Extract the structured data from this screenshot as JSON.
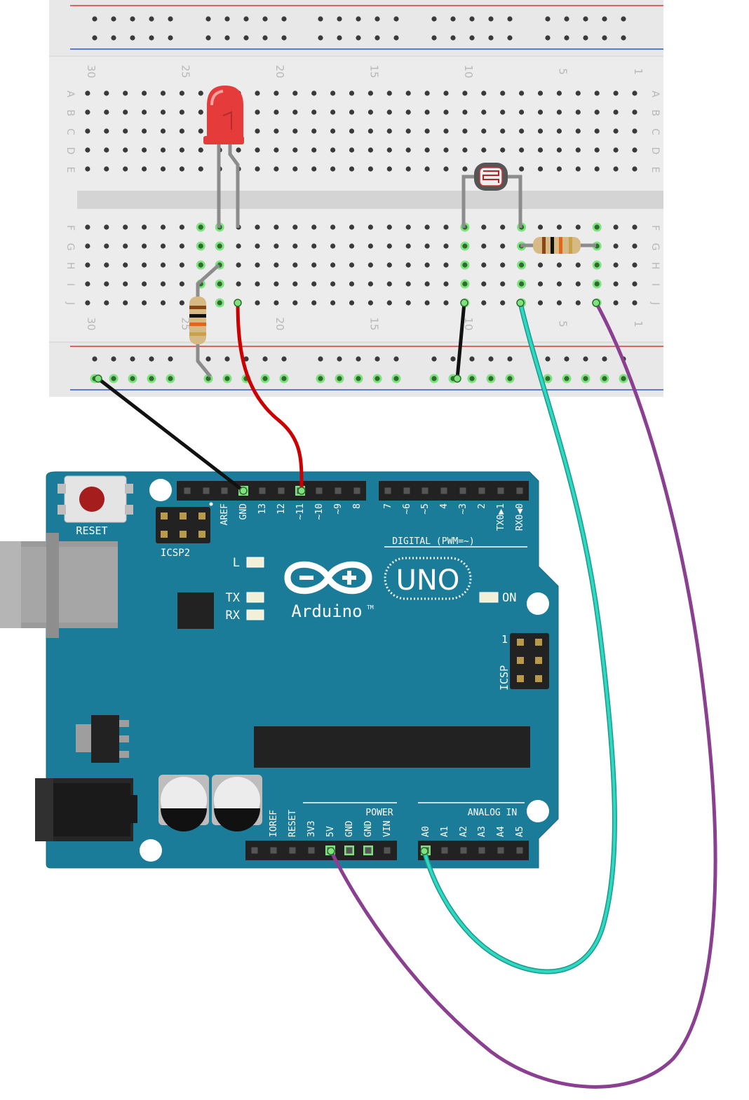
{
  "breadboard": {
    "column_numbers": [
      "30",
      "25",
      "20",
      "15",
      "10",
      "5",
      "1"
    ],
    "row_letters_top": [
      "A",
      "B",
      "C",
      "D",
      "E"
    ],
    "row_letters_bottom": [
      "F",
      "G",
      "H",
      "I",
      "J"
    ]
  },
  "arduino": {
    "reset_label": "RESET",
    "icsp2_label": "ICSP2",
    "icsp_label": "ICSP",
    "icsp_pin1": "1",
    "digital_header_pins": [
      "AREF",
      "GND",
      "13",
      "12",
      "~11",
      "~10",
      "~9",
      "8",
      "7",
      "~6",
      "~5",
      "4",
      "~3",
      "2",
      "TX0▶1",
      "RX0◀0"
    ],
    "digital_label": "DIGITAL (PWM=~)",
    "led_l": "L",
    "led_tx": "TX",
    "led_rx": "RX",
    "on_label": "ON",
    "logo_symbol_minus": "−",
    "logo_symbol_plus": "+",
    "uno_label": "UNO",
    "brand": "Arduino",
    "tm": "TM",
    "power_label": "POWER",
    "power_pins": [
      "IOREF",
      "RESET",
      "3V3",
      "5V",
      "GND",
      "GND",
      "VIN"
    ],
    "analog_label": "ANALOG IN",
    "analog_pins": [
      "A0",
      "A1",
      "A2",
      "A3",
      "A4",
      "A5"
    ]
  },
  "colors": {
    "board": "#1b7c99",
    "breadboard": "#e9e9e9",
    "led": "#e53b3b",
    "wire_red": "#cc0000",
    "wire_black": "#111111",
    "wire_cyan": "#2ed8c3",
    "wire_purple": "#8a3f91",
    "rail_red": "#d83838",
    "rail_blue": "#3055cc"
  }
}
